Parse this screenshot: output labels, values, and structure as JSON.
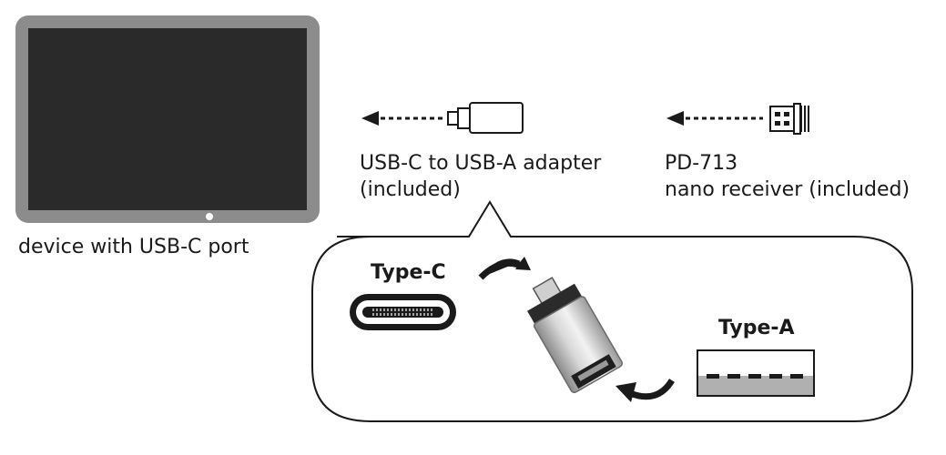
{
  "device": {
    "label": "device with USB-C port"
  },
  "adapter": {
    "line1": "USB-C to USB-A adapter",
    "line2": "(included)"
  },
  "receiver": {
    "line1": "PD-713",
    "line2": "nano receiver (included)"
  },
  "callout": {
    "type_c_label": "Type-C",
    "type_a_label": "Type-A"
  },
  "colors": {
    "tablet_frame": "#8c8c8c",
    "tablet_screen": "#2a2a2a",
    "line": "#1a1a1a"
  }
}
